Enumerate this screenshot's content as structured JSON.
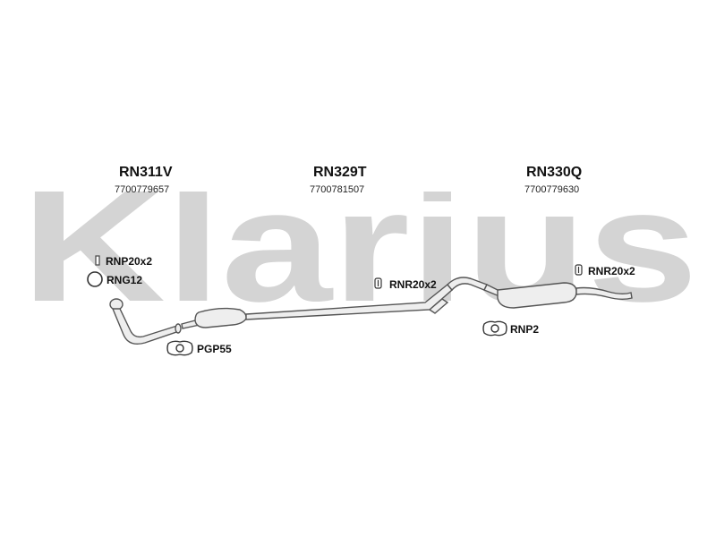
{
  "watermark": {
    "text": "Klarius"
  },
  "parts": [
    {
      "code": "RN311V",
      "number": "7700779657"
    },
    {
      "code": "RN329T",
      "number": "7700781507"
    },
    {
      "code": "RN330Q",
      "number": "7700779630"
    }
  ],
  "fittings": [
    {
      "label": "RNP20x2",
      "icon": "bolt-icon"
    },
    {
      "label": "RNG12",
      "icon": "ring-gasket-icon"
    },
    {
      "label": "PGP55",
      "icon": "flange-gasket-icon"
    },
    {
      "label": "RNR20x2",
      "icon": "rubber-hanger-icon"
    },
    {
      "label": "RNP2",
      "icon": "flange-gasket-icon"
    },
    {
      "label": "RNR20x2",
      "icon": "rubber-hanger-icon"
    }
  ],
  "colors": {
    "watermark": "#d4d4d4",
    "pipe_fill": "#eeeeee",
    "pipe_stroke": "#555555",
    "text": "#111111"
  }
}
